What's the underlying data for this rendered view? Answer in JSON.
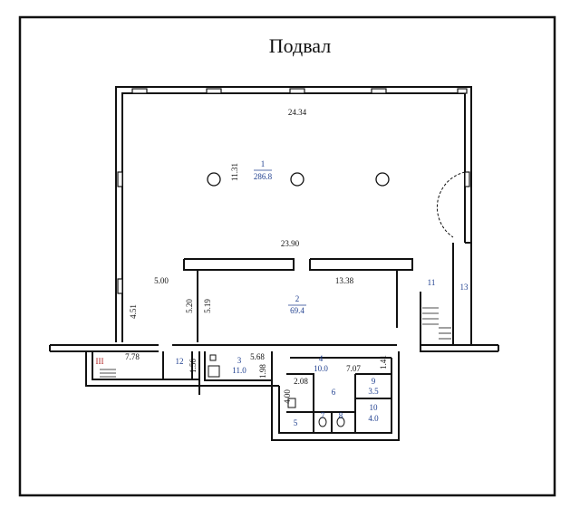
{
  "title": "Подвал",
  "rooms": [
    {
      "id": "room-1",
      "number": "1",
      "area": "286.8"
    },
    {
      "id": "room-2",
      "number": "2",
      "area": "69.4"
    },
    {
      "id": "room-3",
      "number": "3",
      "area": "11.0"
    },
    {
      "id": "room-4",
      "number": "4",
      "area": "10.0"
    },
    {
      "id": "room-5",
      "number": "5"
    },
    {
      "id": "room-6",
      "number": "6"
    },
    {
      "id": "room-7",
      "number": "7"
    },
    {
      "id": "room-8",
      "number": "8"
    },
    {
      "id": "room-9",
      "number": "9",
      "area": "3.5"
    },
    {
      "id": "room-10",
      "number": "10",
      "area": "4.0"
    },
    {
      "id": "room-11",
      "number": "11"
    },
    {
      "id": "room-12",
      "number": "12"
    },
    {
      "id": "room-13",
      "number": "13"
    },
    {
      "id": "room-iii",
      "number": "III"
    }
  ],
  "dimensions": [
    "24.34",
    "11.31",
    "23.90",
    "5.00",
    "13.38",
    "5.20",
    "5.19",
    "4.51",
    "7.78",
    "1.56",
    "5.68",
    "1.98",
    "7.07",
    "1.41",
    "2.08",
    "4.00"
  ],
  "colors": {
    "line": "#111111",
    "room_number": "#1f3f8f",
    "red_label": "#b02020"
  }
}
